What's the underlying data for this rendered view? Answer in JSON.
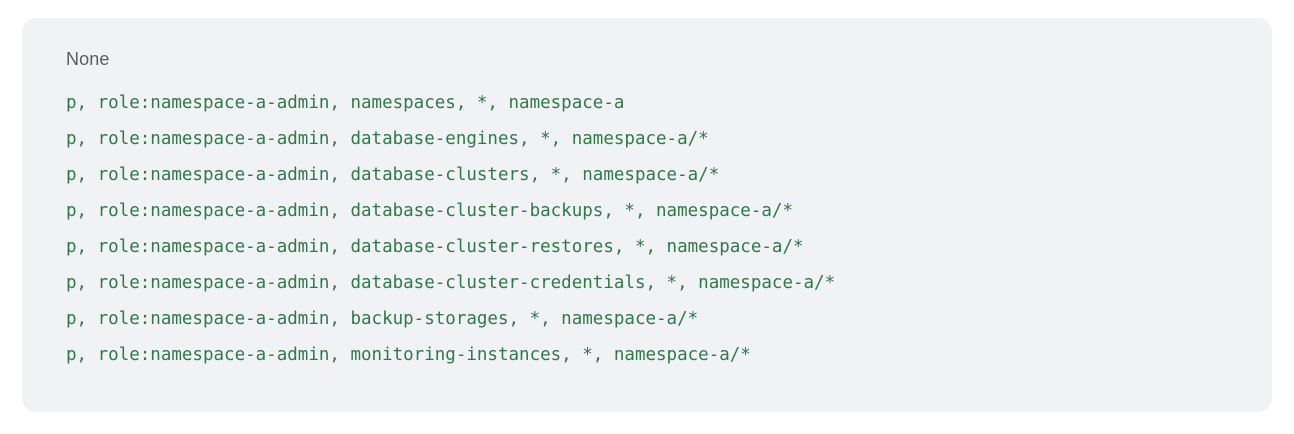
{
  "panel": {
    "background_color": "#f1f2f6",
    "none_label": "None",
    "none_color": "#5c5c5c",
    "policy_text_color": "#2f7a45",
    "policies": [
      "p, role:namespace-a-admin, namespaces, *, namespace-a",
      "p, role:namespace-a-admin, database-engines, *, namespace-a/*",
      "p, role:namespace-a-admin, database-clusters, *, namespace-a/*",
      "p, role:namespace-a-admin, database-cluster-backups, *, namespace-a/*",
      "p, role:namespace-a-admin, database-cluster-restores, *, namespace-a/*",
      "p, role:namespace-a-admin, database-cluster-credentials, *, namespace-a/*",
      "p, role:namespace-a-admin, backup-storages, *, namespace-a/*",
      "p, role:namespace-a-admin, monitoring-instances, *, namespace-a/*"
    ]
  }
}
